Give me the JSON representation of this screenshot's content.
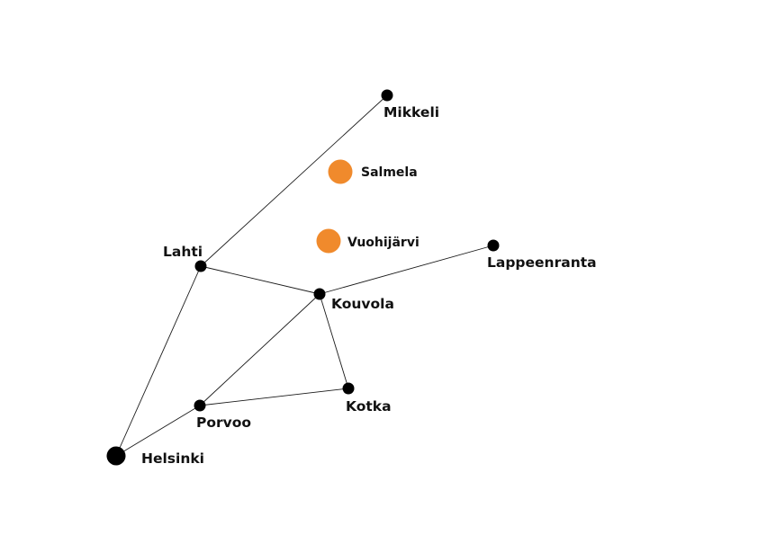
{
  "colors": {
    "city_marker": "#000000",
    "poi_marker": "#f08a2c",
    "route_line": "#1a1a1a"
  },
  "cities": [
    {
      "id": "helsinki",
      "name": "Helsinki",
      "major": true
    },
    {
      "id": "porvoo",
      "name": "Porvoo",
      "major": false
    },
    {
      "id": "lahti",
      "name": "Lahti",
      "major": false
    },
    {
      "id": "kouvola",
      "name": "Kouvola",
      "major": false
    },
    {
      "id": "kotka",
      "name": "Kotka",
      "major": false
    },
    {
      "id": "lappeenranta",
      "name": "Lappeenranta",
      "major": false
    },
    {
      "id": "mikkeli",
      "name": "Mikkeli",
      "major": false
    }
  ],
  "points_of_interest": [
    {
      "id": "salmela",
      "name": "Salmela"
    },
    {
      "id": "vuohijarvi",
      "name": "Vuohijärvi"
    }
  ],
  "connections": [
    [
      "helsinki",
      "lahti"
    ],
    [
      "helsinki",
      "porvoo"
    ],
    [
      "lahti",
      "mikkeli"
    ],
    [
      "lahti",
      "kouvola"
    ],
    [
      "porvoo",
      "kouvola"
    ],
    [
      "porvoo",
      "kotka"
    ],
    [
      "kouvola",
      "kotka"
    ],
    [
      "kouvola",
      "lappeenranta"
    ]
  ]
}
